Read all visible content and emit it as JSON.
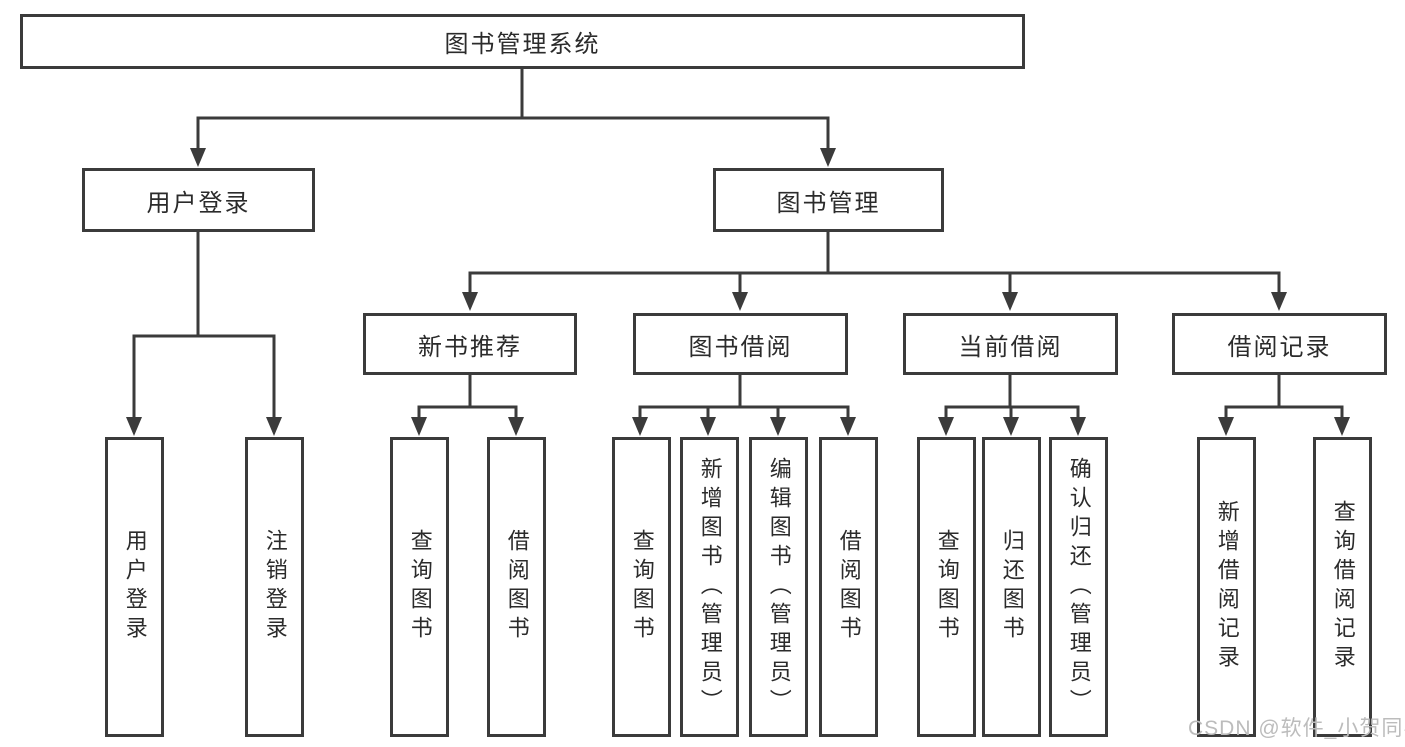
{
  "diagram": {
    "root": {
      "label": "图书管理系统"
    },
    "level2": [
      {
        "label": "用户登录"
      },
      {
        "label": "图书管理"
      }
    ],
    "level3": [
      {
        "label": "新书推荐"
      },
      {
        "label": "图书借阅"
      },
      {
        "label": "当前借阅"
      },
      {
        "label": "借阅记录"
      }
    ],
    "leaves": {
      "user_login": [
        "用户登录",
        "注销登录"
      ],
      "new_book_recommend": [
        "查询图书",
        "借阅图书"
      ],
      "book_borrowing": [
        "查询图书",
        "新增图书（管理员）",
        "编辑图书（管理员）",
        "借阅图书"
      ],
      "current_borrowing": [
        "查询图书",
        "归还图书",
        "确认归还（管理员）"
      ],
      "borrow_records": [
        "新增借阅记录",
        "查询借阅记录"
      ]
    },
    "watermark": "CSDN @软件_小贺同学",
    "colors": {
      "line": "#3b3b3b",
      "border": "#3b3b3b",
      "text": "#2b2b2b",
      "background": "#ffffff",
      "watermark": "#bcbcbc"
    }
  }
}
